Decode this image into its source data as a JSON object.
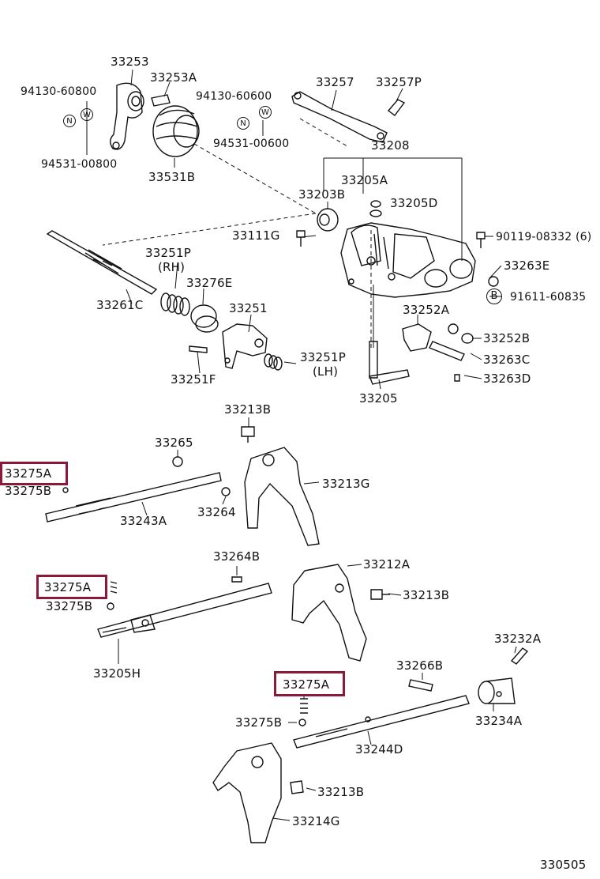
{
  "diagram_id": "330505",
  "highlight_color": "#8b1a3a",
  "labels": {
    "p33253": "33253",
    "p33253A": "33253A",
    "p94130_60800": "94130-60800",
    "p94531_00800": "94531-00800",
    "p33531B": "33531B",
    "p94130_60600": "94130-60600",
    "p94531_00600": "94531-00600",
    "p33257": "33257",
    "p33257P": "33257P",
    "p33208": "33208",
    "p33205A": "33205A",
    "p33203B": "33203B",
    "p33205D": "33205D",
    "p33111G": "33111G",
    "p90119": "90119-08332 (6)",
    "p33263E": "33263E",
    "p91611": "91611-60835",
    "p33251P_rh": "33251P",
    "rh": "(RH)",
    "p33276E": "33276E",
    "p33261C": "33261C",
    "p33251": "33251",
    "p33251F": "33251F",
    "p33251P_lh": "33251P",
    "lh": "(LH)",
    "p33252A": "33252A",
    "p33252B": "33252B",
    "p33263C": "33263C",
    "p33263D": "33263D",
    "p33205": "33205",
    "p33213B_1": "33213B",
    "p33265": "33265",
    "p33275A_1": "33275A",
    "p33275B_1": "33275B",
    "p33213G": "33213G",
    "p33264": "33264",
    "p33243A": "33243A",
    "p33264B": "33264B",
    "p33212A": "33212A",
    "p33275A_2": "33275A",
    "p33275B_2": "33275B",
    "p33213B_2": "33213B",
    "p33205H": "33205H",
    "p33232A": "33232A",
    "p33266B": "33266B",
    "p33275A_3": "33275A",
    "p33234A": "33234A",
    "p33275B_3": "33275B",
    "p33244D": "33244D",
    "p33213B_3": "33213B",
    "p33214G": "33214G"
  },
  "symbols": {
    "n": "N",
    "w": "W",
    "b": "B"
  }
}
